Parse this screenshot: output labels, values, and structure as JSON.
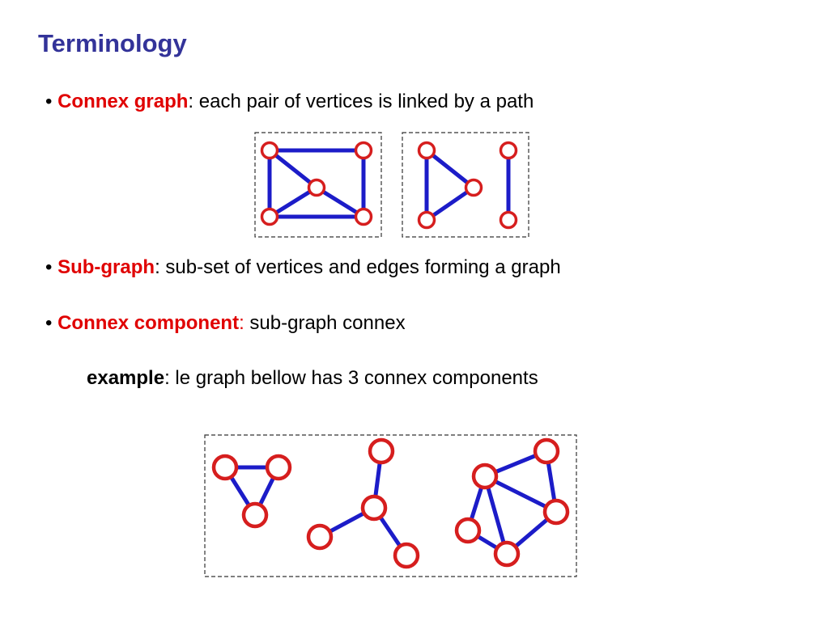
{
  "slide": {
    "title": "Terminology",
    "bullets": [
      {
        "marker": "•",
        "term": "Connex graph",
        "colon": ":",
        "text": " each pair of vertices is linked by a path"
      },
      {
        "marker": "•",
        "term": "Sub-graph",
        "colon": ":",
        "text": " sub-set of vertices and edges forming a graph"
      },
      {
        "marker": "•",
        "term": "Connex component",
        "colon": ":",
        "text": " sub-graph connex"
      }
    ],
    "example": {
      "term": "example",
      "text": ": le graph bellow has 3 connex components"
    }
  },
  "colors": {
    "title": "#333399",
    "term": "#e00000",
    "edge": "#1c1cc8",
    "node_stroke": "#d61e1e"
  }
}
